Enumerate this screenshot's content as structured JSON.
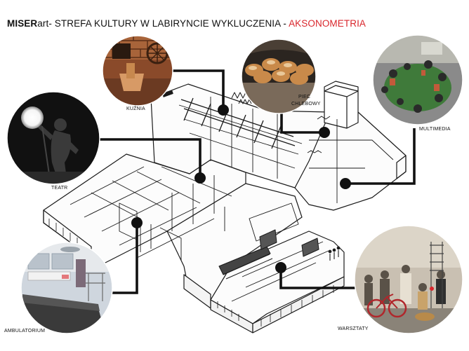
{
  "title": {
    "brand_bold": "MISER",
    "brand_rest": "art",
    "subtitle": "- STREFA KULTURY W LABIRYNCIE WYKLUCZENIA - ",
    "accent": "AKSONOMETRIA",
    "accent_color": "#d9262c"
  },
  "photos": [
    {
      "id": "kuznia",
      "label": "KUŹNIA",
      "colors": [
        "#6b3a22",
        "#a8643a",
        "#d79a66"
      ]
    },
    {
      "id": "piec",
      "label_line1": "PIEC",
      "label_line2": "CHLEBOWY",
      "colors": [
        "#2b2520",
        "#c98a4a",
        "#e9c89a"
      ]
    },
    {
      "id": "multimedia",
      "label": "MULTIMEDIA",
      "colors": [
        "#2a2a2a",
        "#3f7a3a",
        "#8a8a8a"
      ]
    },
    {
      "id": "teatr",
      "label": "TEATR",
      "colors": [
        "#000000",
        "#555555",
        "#ffffff"
      ]
    },
    {
      "id": "ambulatorium",
      "label": "AMBULATORIUM",
      "colors": [
        "#7c6a78",
        "#cfd6de",
        "#f2f2f2"
      ]
    },
    {
      "id": "warsztaty",
      "label": "WARSZTATY",
      "colors": [
        "#8a8378",
        "#c9c0b2",
        "#b0272c"
      ]
    }
  ]
}
